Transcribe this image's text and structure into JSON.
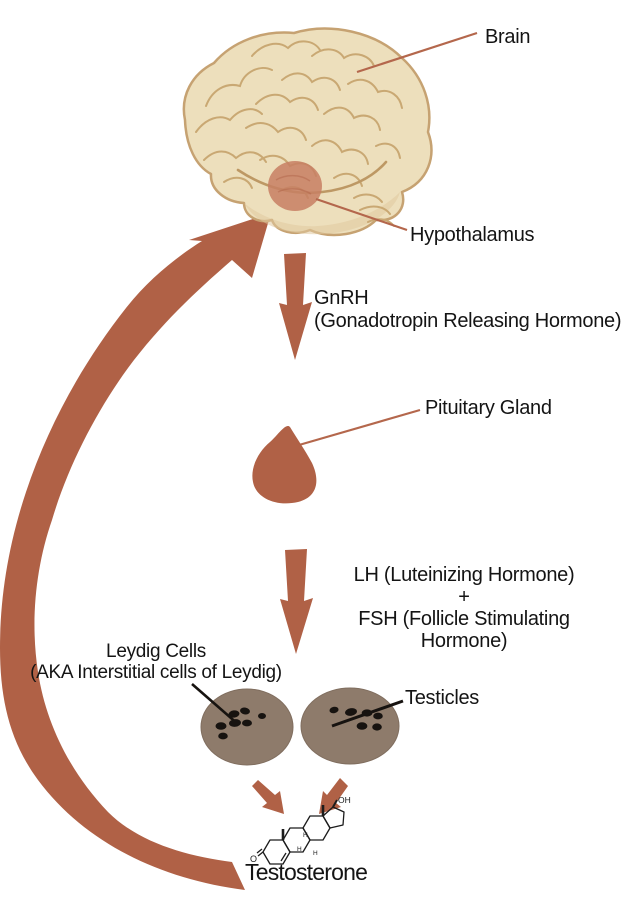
{
  "diagram": {
    "labels": {
      "brain": "Brain",
      "hypothalamus": "Hypothalamus",
      "gnrh_abbr": "GnRH",
      "gnrh_full": "(Gonadotropin Releasing Hormone)",
      "pituitary": "Pituitary Gland",
      "lh": "LH (Luteinizing Hormone)",
      "plus": "+",
      "fsh": "FSH (Follicle Stimulating Hormone)",
      "leydig_title": "Leydig Cells",
      "leydig_sub": "(AKA Interstitial cells of Leydig)",
      "testicles": "Testicles",
      "testosterone": "Testosterone"
    },
    "molecule": {
      "hydroxyl": "OH",
      "ketone_oxygen": "O",
      "hydrogen": "H"
    },
    "colors": {
      "arrow_accent": "#b06146",
      "leader_line": "#b4674c",
      "brain_fill": "#eddfbc",
      "brain_line": "#c9a873",
      "hypothalamus_fill": "#c77f63",
      "testicle_fill": "#8e7b6b",
      "cell_dot": "#171310",
      "text": "#141414",
      "background": "#ffffff"
    }
  }
}
